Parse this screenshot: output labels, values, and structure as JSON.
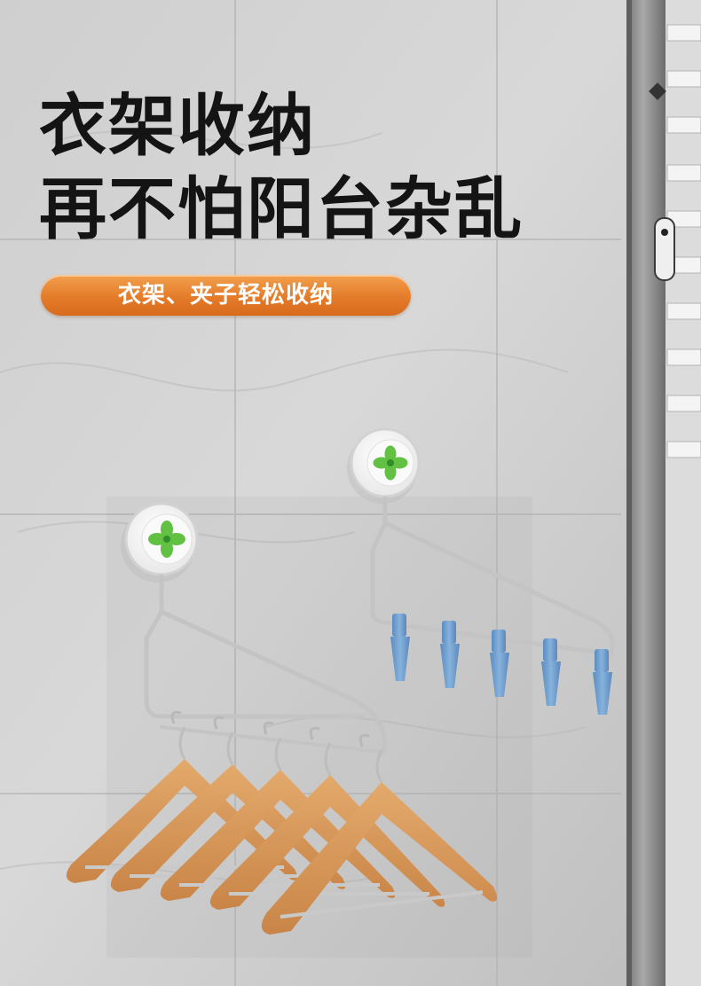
{
  "headline": {
    "line1": "衣架收纳",
    "line2": "再不怕阳台杂乱"
  },
  "badge": {
    "text": "衣架、夹子轻松收纳"
  },
  "colors": {
    "headline": "#141414",
    "badge_top": "#f2a04e",
    "badge_bottom": "#d86a1c",
    "wall": "#c9c9c9",
    "wood_hanger": "#d99a5c",
    "clip_blue": "#6f9fd0",
    "clover_green": "#5fbf3e",
    "steel": "#c8c8c8"
  }
}
